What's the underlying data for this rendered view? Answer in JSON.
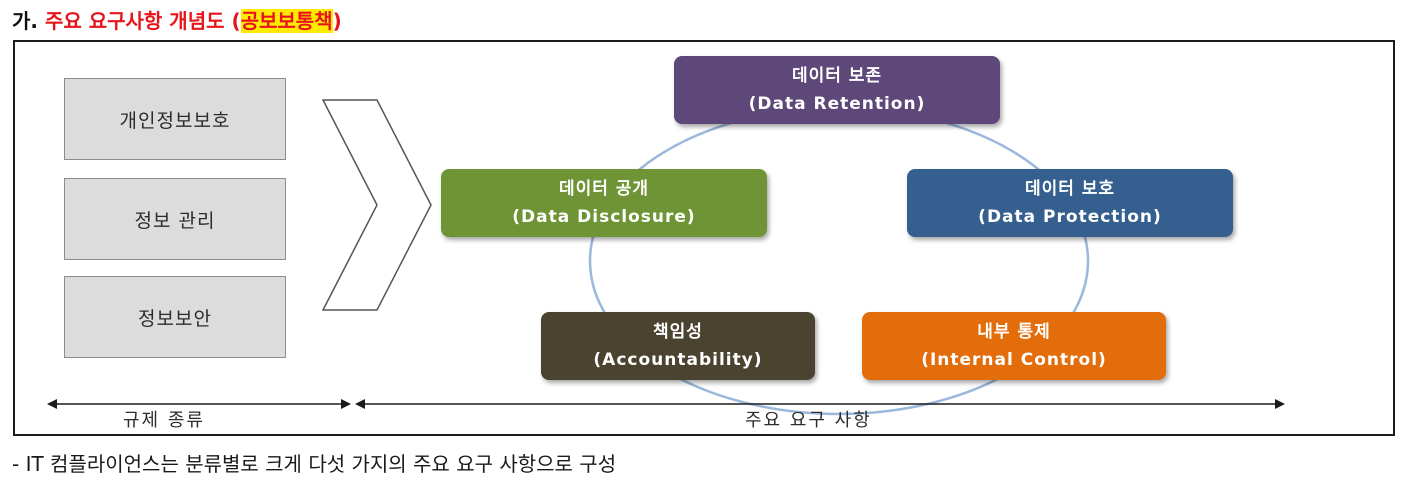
{
  "heading": {
    "prefix": "가.",
    "title": "주요 요구사항 개념도 (",
    "highlight": "공보보통책",
    "suffix": ")"
  },
  "regulation_types": [
    "개인정보보호",
    "정보 관리",
    "정보보안"
  ],
  "requirements": {
    "retention": {
      "ko": "데이터 보존",
      "en": "(Data Retention)",
      "color": "#5e4779"
    },
    "disclosure": {
      "ko": "데이터 공개",
      "en": "(Data Disclosure)",
      "color": "#6e9435"
    },
    "protection": {
      "ko": "데이터 보호",
      "en": "(Data Protection)",
      "color": "#345f8f"
    },
    "accountability": {
      "ko": "책임성",
      "en": "(Accountability)",
      "color": "#4a4330"
    },
    "internal_control": {
      "ko": "내부 통제",
      "en": "(Internal Control)",
      "color": "#e46d0b"
    }
  },
  "axis": {
    "left_label": "규제 종류",
    "right_label": "주요 요구 사항"
  },
  "caption": "- IT 컴플라이언스는 분류별로 크게 다섯 가지의 주요 요구 사항으로 구성",
  "colors": {
    "cycle_line": "#9ab8dc",
    "heading_red": "#e8141b",
    "highlight_yellow": "#ffeb00"
  }
}
